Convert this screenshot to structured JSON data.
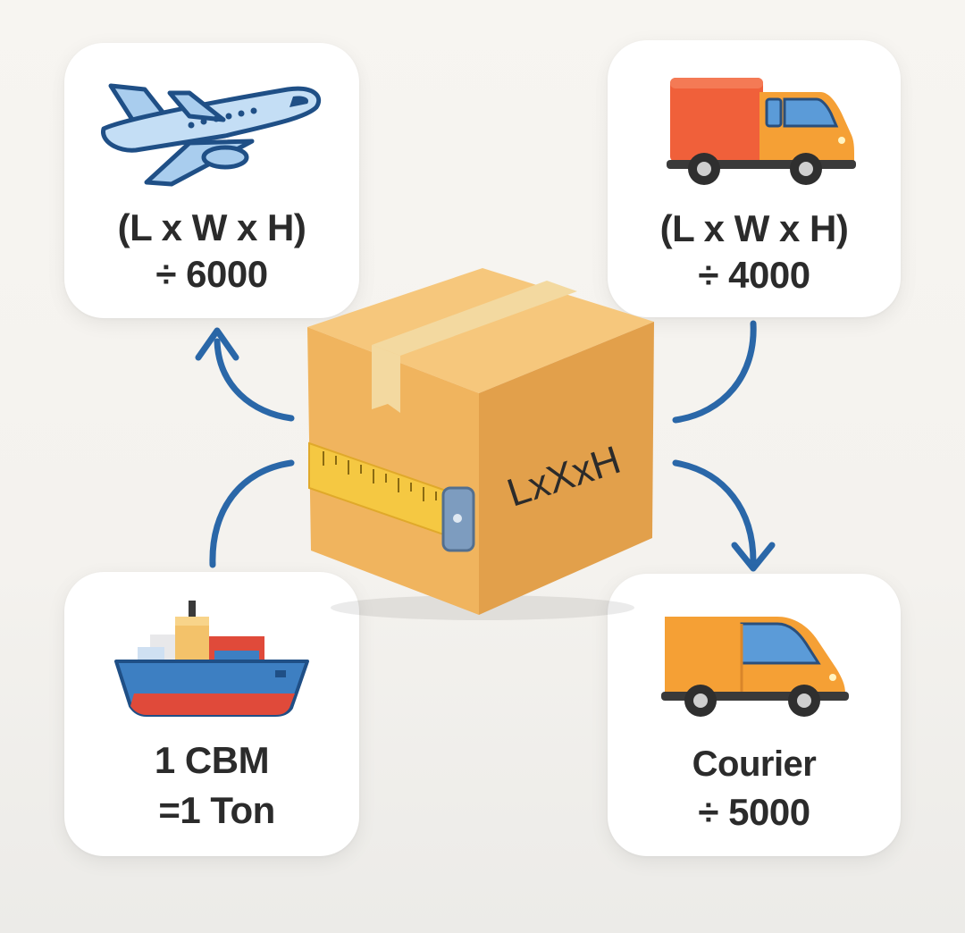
{
  "cards": {
    "air": {
      "line1": "(L x W x H)",
      "line2": "÷ 6000",
      "icon": "airplane-icon"
    },
    "truck": {
      "line1": "(L x W x H)",
      "line2": "÷ 4000",
      "icon": "truck-icon"
    },
    "sea": {
      "line1": "1 CBM",
      "line2": " =1 Ton",
      "icon": "cargo-ship-icon"
    },
    "courier": {
      "line1": "Courier",
      "line2": "÷ 5000",
      "icon": "courier-van-icon"
    }
  },
  "box": {
    "label": "LxXxH",
    "icon": "cardboard-box-icon"
  },
  "colors": {
    "arrow": "#2a67a8",
    "box_front": "#f0b45e",
    "box_side": "#e2a04b",
    "box_top": "#f6c77c",
    "tape": "#f3d9a0",
    "measuring_tape": "#f5c842",
    "truck_cargo": "#f0603a",
    "vehicle_orange": "#f5a035",
    "ship_hull": "#3d7fc2",
    "ship_stripe": "#e04a3a",
    "plane": "#b8d7f2"
  }
}
